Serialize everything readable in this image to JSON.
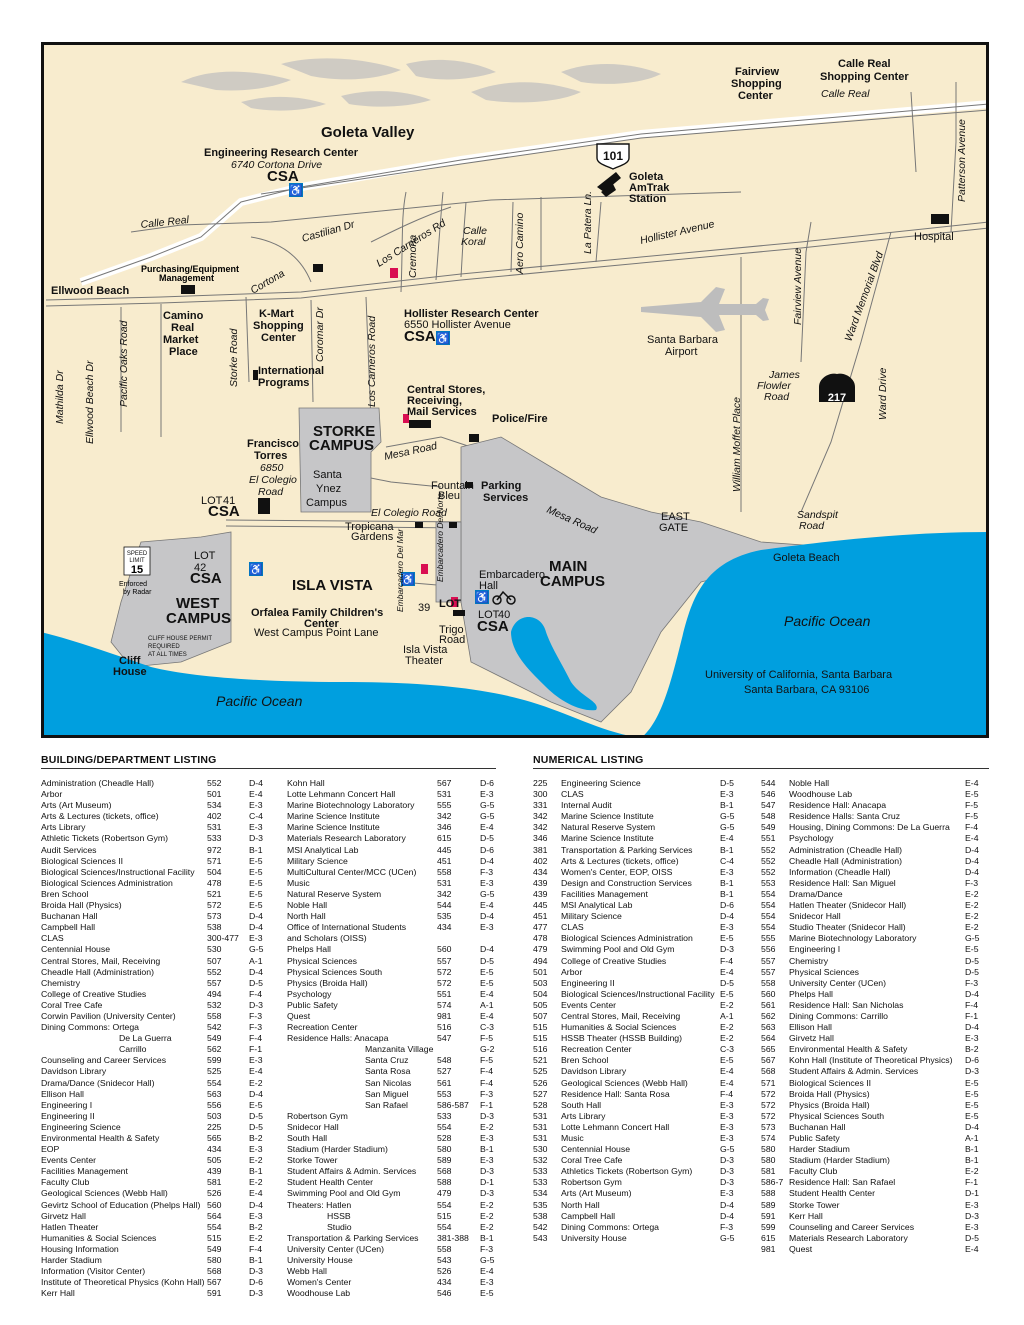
{
  "map": {
    "region_title": "Goleta Valley",
    "places": {
      "calle_real_center": [
        "Calle Real",
        "Shopping Center"
      ],
      "fairview_center": [
        "Fairview",
        "Shopping",
        "Center"
      ],
      "engineering_research": [
        "Engineering Research Center",
        "6740 Cortona Drive",
        "CSA"
      ],
      "amtrak": [
        "Goleta",
        "AmTrak",
        "Station"
      ],
      "hospital": "Hospital",
      "purchasing": [
        "Purchasing/Equipment",
        "Management"
      ],
      "ellwood_beach": "Ellwood Beach",
      "hollister_research": [
        "Hollister Research Center",
        "6550 Hollister Avenue",
        "CSA"
      ],
      "camino_real": [
        "Camino",
        "Real",
        "Market",
        "Place"
      ],
      "kmart": [
        "K-Mart",
        "Shopping",
        "Center"
      ],
      "international": [
        "International",
        "Programs"
      ],
      "airport": [
        "Santa Barbara",
        "Airport"
      ],
      "central_stores": [
        "Central Stores,",
        "Receiving,",
        "Mail Services"
      ],
      "police": "Police/Fire",
      "storke_campus": [
        "STORKE",
        "CAMPUS"
      ],
      "francisco_torres": [
        "Francisco",
        "Torres",
        "6850",
        "El Colegio",
        "Road"
      ],
      "santa_ynez": [
        "Santa",
        "Ynez",
        "Campus"
      ],
      "fountain": [
        "Fountain",
        "Bleu"
      ],
      "parking": [
        "Parking",
        "Services"
      ],
      "east_gate": [
        "EAST",
        "GATE"
      ],
      "lot41": [
        "LOT",
        "41",
        "CSA"
      ],
      "lot42": [
        "LOT",
        "42",
        "CSA"
      ],
      "lot39": [
        "LOT",
        "39"
      ],
      "lot40": [
        "LOT",
        "40",
        "CSA"
      ],
      "speed": [
        "SPEED",
        "LIMIT",
        "15",
        "Enforced",
        "by Radar"
      ],
      "tropicana": [
        "Tropicana",
        "Gardens"
      ],
      "embarcadero_hall": [
        "Embarcadero",
        "Hall"
      ],
      "main_campus": [
        "MAIN",
        "CAMPUS"
      ],
      "isla_vista": "ISLA VISTA",
      "west_campus": [
        "WEST",
        "CAMPUS"
      ],
      "orfalea": [
        "Orfalea Family Children's",
        "Center"
      ],
      "wc_point": "West Campus Point Lane",
      "cliff_permit": [
        "CLIFF HOUSE PERMIT",
        "REQUIRED",
        "AT ALL TIMES"
      ],
      "cliff_house": [
        "Cliff",
        "House"
      ],
      "trigo": [
        "Trigo",
        "Road"
      ],
      "iv_theater": [
        "Isla Vista",
        "Theater"
      ],
      "goleta_beach": "Goleta Beach",
      "james_flower": [
        "James",
        "Flowler",
        "Road"
      ],
      "sandspit": [
        "Sandspit",
        "Road"
      ],
      "ocean_left": "Pacific Ocean",
      "ocean_right": "Pacific Ocean",
      "ucsb": [
        "University of California, Santa Barbara",
        "Santa Barbara, CA 93106"
      ]
    },
    "streets": {
      "calle_real_top": "Calle Real",
      "calle_real_left": "Calle Real",
      "castilian": "Castilian Dr",
      "los_carneros_rd": "Los Carneros Rd",
      "calle_koral": [
        "Calle",
        "Koral"
      ],
      "aero_camino": "Aero Camino",
      "la_patera": "La Patera Ln.",
      "hollister": "Hollister Avenue",
      "patterson": "Patterson Avenue",
      "fairview": "Fairview Avenue",
      "ward_memorial": "Ward Memorial Blvd",
      "ward_drive": "Ward Drive",
      "cortona": "Cortona",
      "cremona": "Cremona",
      "coromar": "Coromar Dr",
      "storke_road": "Storke Road",
      "los_carneros_road": "Los Carneros Road",
      "pacific_oaks": "Pacific Oaks Road",
      "ellwood_beach_dr": "Ellwood Beach Dr",
      "mathilda": "Mathilda Dr",
      "mesa_road_1": "Mesa Road",
      "mesa_road_2": "Mesa Road",
      "el_colegio": "El Colegio Road",
      "embarcadero_mar": "Embarcadero Del Mar",
      "embarcadero_norte": "Embarcadero Del Norte",
      "william_moffet": "William Moffet Place"
    },
    "shields": {
      "us101": "101",
      "hwy217": "217"
    },
    "colors": {
      "land": "#f8ecce",
      "campus": "#c6c6c8",
      "ocean": "#009fdf",
      "ucsb_pink": "#d90e52",
      "access": "#0079c1"
    }
  },
  "building_listing": {
    "title": "BUILDING/DEPARTMENT LISTING",
    "col1": [
      [
        "Administration (Cheadle Hall)",
        "552",
        "D-4"
      ],
      [
        "Arbor",
        "501",
        "E-4"
      ],
      [
        "Arts (Art Museum)",
        "534",
        "E-3"
      ],
      [
        "Arts & Lectures (tickets, office)",
        "402",
        "C-4"
      ],
      [
        "Arts Library",
        "531",
        "E-3"
      ],
      [
        "Athletic Tickets (Robertson Gym)",
        "533",
        "D-3"
      ],
      [
        "Audit Services",
        "972",
        "B-1"
      ],
      [
        "Biological Sciences II",
        "571",
        "E-5"
      ],
      [
        "Biological Sciences/Instructional Facility",
        "504",
        "E-5"
      ],
      [
        "Biological Sciences Administration",
        "478",
        "E-5"
      ],
      [
        "Bren School",
        "521",
        "E-5"
      ],
      [
        "Broida Hall (Physics)",
        "572",
        "E-5"
      ],
      [
        "Buchanan Hall",
        "573",
        "D-4"
      ],
      [
        "Campbell Hall",
        "538",
        "D-4"
      ],
      [
        "CLAS",
        "300-477",
        "E-3"
      ],
      [
        "Centennial House",
        "530",
        "G-5"
      ],
      [
        "Central Stores, Mail, Receiving",
        "507",
        "A-1"
      ],
      [
        "Cheadle Hall (Administration)",
        "552",
        "D-4"
      ],
      [
        "Chemistry",
        "557",
        "D-5"
      ],
      [
        "College of Creative Studies",
        "494",
        "F-4"
      ],
      [
        "Coral Tree Cafe",
        "532",
        "D-3"
      ],
      [
        "Corwin Pavilion (University Center)",
        "558",
        "F-3"
      ],
      [
        "Dining Commons: Ortega",
        "542",
        "F-3"
      ],
      [
        "De La Guerra",
        "549",
        "F-4",
        "i"
      ],
      [
        "Carrillo",
        "562",
        "F-1",
        "i"
      ],
      [
        "Counseling and Career Services",
        "599",
        "E-3"
      ],
      [
        "Davidson Library",
        "525",
        "E-4"
      ],
      [
        "Drama/Dance (Snidecor Hall)",
        "554",
        "E-2"
      ],
      [
        "Ellison Hall",
        "563",
        "D-4"
      ],
      [
        "Engineering I",
        "556",
        "E-5"
      ],
      [
        "Engineering II",
        "503",
        "D-5"
      ],
      [
        "Engineering Science",
        "225",
        "D-5"
      ],
      [
        "Environmental Health & Safety",
        "565",
        "B-2"
      ],
      [
        "EOP",
        "434",
        "E-3"
      ],
      [
        "Events Center",
        "505",
        "E-2"
      ],
      [
        "Facilities Management",
        "439",
        "B-1"
      ],
      [
        "Faculty Club",
        "581",
        "E-2"
      ],
      [
        "Geological Sciences (Webb Hall)",
        "526",
        "E-4"
      ],
      [
        "Gevirtz School of Education (Phelps Hall)",
        "560",
        "D-4"
      ],
      [
        "Girvetz Hall",
        "564",
        "E-3"
      ],
      [
        "Hatlen Theater",
        "554",
        "B-2"
      ],
      [
        "Humanities & Social Sciences",
        "515",
        "E-2"
      ],
      [
        "Housing Information",
        "549",
        "F-4"
      ],
      [
        "Harder Stadium",
        "580",
        "B-1"
      ],
      [
        "Information (Visitor Center)",
        "568",
        "D-3"
      ],
      [
        "Institute of Theoretical Physics (Kohn Hall)",
        "567",
        "D-6"
      ],
      [
        "Kerr Hall",
        "591",
        "D-3"
      ]
    ],
    "col2": [
      [
        "Kohn Hall",
        "567",
        "D-6"
      ],
      [
        "Lotte Lehmann Concert Hall",
        "531",
        "E-3"
      ],
      [
        "Marine Biotechnology Laboratory",
        "555",
        "G-5"
      ],
      [
        "Marine Science Institute",
        "342",
        "G-5"
      ],
      [
        "Marine Science Institute",
        "346",
        "E-4"
      ],
      [
        "Materials Research Laboratory",
        "615",
        "D-5"
      ],
      [
        "MSI Analytical Lab",
        "445",
        "D-6"
      ],
      [
        "Military Science",
        "451",
        "D-4"
      ],
      [
        "MultiCultural Center/MCC (UCen)",
        "558",
        "F-3"
      ],
      [
        "Music",
        "531",
        "E-3"
      ],
      [
        "Natural Reserve System",
        "342",
        "G-5"
      ],
      [
        "Noble Hall",
        "544",
        "E-4"
      ],
      [
        "North Hall",
        "535",
        "D-4"
      ],
      [
        "Office of International Students",
        "434",
        "E-3"
      ],
      [
        "and Scholars (OISS)",
        "",
        ""
      ],
      [
        "Phelps Hall",
        "560",
        "D-4"
      ],
      [
        "Physical Sciences",
        "557",
        "D-5"
      ],
      [
        "Physical Sciences South",
        "572",
        "E-5"
      ],
      [
        "Physics (Broida Hall)",
        "572",
        "E-5"
      ],
      [
        "Psychology",
        "551",
        "E-4"
      ],
      [
        "Public Safety",
        "574",
        "A-1"
      ],
      [
        "Quest",
        "981",
        "E-4"
      ],
      [
        "Recreation Center",
        "516",
        "C-3"
      ],
      [
        "Residence Halls: Anacapa",
        "547",
        "F-5"
      ],
      [
        "Manzanita Village",
        "",
        "G-2",
        "i"
      ],
      [
        "Santa Cruz",
        "548",
        "F-5",
        "i"
      ],
      [
        "Santa Rosa",
        "527",
        "F-4",
        "i"
      ],
      [
        "San Nicolas",
        "561",
        "F-4",
        "i"
      ],
      [
        "San Miguel",
        "553",
        "F-3",
        "i"
      ],
      [
        "San Rafael",
        "586-587",
        "F-1",
        "i"
      ],
      [
        "Robertson Gym",
        "533",
        "D-3"
      ],
      [
        "Snidecor Hall",
        "554",
        "E-2"
      ],
      [
        "South Hall",
        "528",
        "E-3"
      ],
      [
        "Stadium (Harder Stadium)",
        "580",
        "B-1"
      ],
      [
        "Storke Tower",
        "589",
        "E-3"
      ],
      [
        "Student Affairs & Admin. Services",
        "568",
        "D-3"
      ],
      [
        "Student Health Center",
        "588",
        "D-1"
      ],
      [
        "Swimming Pool and Old Gym",
        "479",
        "D-3"
      ],
      [
        "Theaters: Hatlen",
        "554",
        "E-2"
      ],
      [
        "HSSB",
        "515",
        "E-2",
        "j"
      ],
      [
        "Studio",
        "554",
        "E-2",
        "j"
      ],
      [
        "Transportation & Parking Services",
        "381-388",
        "B-1"
      ],
      [
        "University Center (UCen)",
        "558",
        "F-3"
      ],
      [
        "University House",
        "543",
        "G-5"
      ],
      [
        "Webb Hall",
        "526",
        "E-4"
      ],
      [
        "Women's Center",
        "434",
        "E-3"
      ],
      [
        "Woodhouse Lab",
        "546",
        "E-5"
      ]
    ]
  },
  "numerical_listing": {
    "title": "NUMERICAL LISTING",
    "col1": [
      [
        "225",
        "Engineering Science",
        "D-5"
      ],
      [
        "300",
        "CLAS",
        "E-3"
      ],
      [
        "331",
        "Internal Audit",
        "B-1"
      ],
      [
        "342",
        "Marine Science Institute",
        "G-5"
      ],
      [
        "342",
        "Natural Reserve System",
        "G-5"
      ],
      [
        "346",
        "Marine Science Institute",
        "E-4"
      ],
      [
        "381",
        "Transportation & Parking Services",
        "B-1"
      ],
      [
        "402",
        "Arts & Lectures (tickets, office)",
        "C-4"
      ],
      [
        "434",
        "Women's Center, EOP, OISS",
        "E-3"
      ],
      [
        "439",
        "Design and Construction Services",
        "B-1"
      ],
      [
        "439",
        "Facilities Management",
        "B-1"
      ],
      [
        "445",
        "MSI Analytical Lab",
        "D-6"
      ],
      [
        "451",
        "Military Science",
        "D-4"
      ],
      [
        "477",
        "CLAS",
        "E-3"
      ],
      [
        "478",
        "Biological Sciences Administration",
        "E-5"
      ],
      [
        "479",
        "Swimming Pool and Old Gym",
        "D-3"
      ],
      [
        "494",
        "College of Creative Studies",
        "F-4"
      ],
      [
        "501",
        "Arbor",
        "E-4"
      ],
      [
        "503",
        "Engineering II",
        "D-5"
      ],
      [
        "504",
        "Biological Sciences/Instructional Facility",
        "E-5"
      ],
      [
        "505",
        "Events Center",
        "E-2"
      ],
      [
        "507",
        "Central Stores, Mail, Receiving",
        "A-1"
      ],
      [
        "515",
        "Humanities & Social Sciences",
        "E-2"
      ],
      [
        "515",
        "HSSB Theater (HSSB Building)",
        "E-2"
      ],
      [
        "516",
        "Recreation Center",
        "C-3"
      ],
      [
        "521",
        "Bren School",
        "E-5"
      ],
      [
        "525",
        "Davidson Library",
        "E-4"
      ],
      [
        "526",
        "Geological Sciences (Webb Hall)",
        "E-4"
      ],
      [
        "527",
        "Residence Hall: Santa Rosa",
        "F-4"
      ],
      [
        "528",
        "South Hall",
        "E-3"
      ],
      [
        "531",
        "Arts Library",
        "E-3"
      ],
      [
        "531",
        "Lotte Lehmann Concert Hall",
        "E-3"
      ],
      [
        "531",
        "Music",
        "E-3"
      ],
      [
        "530",
        "Centennial House",
        "G-5"
      ],
      [
        "532",
        "Coral Tree Cafe",
        "D-3"
      ],
      [
        "533",
        "Athletics Tickets (Robertson Gym)",
        "D-3"
      ],
      [
        "533",
        "Robertson Gym",
        "D-3"
      ],
      [
        "534",
        "Arts (Art Museum)",
        "E-3"
      ],
      [
        "535",
        "North Hall",
        "D-4"
      ],
      [
        "538",
        "Campbell Hall",
        "D-4"
      ],
      [
        "542",
        "Dining Commons: Ortega",
        "F-3"
      ],
      [
        "543",
        "University House",
        "G-5"
      ]
    ],
    "col2": [
      [
        "544",
        "Noble Hall",
        "E-4"
      ],
      [
        "546",
        "Woodhouse Lab",
        "E-5"
      ],
      [
        "547",
        "Residence Hall: Anacapa",
        "F-5"
      ],
      [
        "548",
        "Residence Halls: Santa Cruz",
        "F-5"
      ],
      [
        "549",
        "Housing, Dining Commons: De La Guerra",
        "F-4"
      ],
      [
        "551",
        "Psychology",
        "E-4"
      ],
      [
        "552",
        "Administration (Cheadle Hall)",
        "D-4"
      ],
      [
        "552",
        "Cheadle Hall (Administration)",
        "D-4"
      ],
      [
        "552",
        "Information (Cheadle Hall)",
        "D-4"
      ],
      [
        "553",
        "Residence Hall: San Miguel",
        "F-3"
      ],
      [
        "554",
        "Drama/Dance",
        "E-2"
      ],
      [
        "554",
        "Hatlen Theater (Snidecor Hall)",
        "E-2"
      ],
      [
        "554",
        "Snidecor Hall",
        "E-2"
      ],
      [
        "554",
        "Studio Theater (Snidecor Hall)",
        "E-2"
      ],
      [
        "555",
        "Marine Biotechnology Laboratory",
        "G-5"
      ],
      [
        "556",
        "Engineering I",
        "E-5"
      ],
      [
        "557",
        "Chemistry",
        "D-5"
      ],
      [
        "557",
        "Physical Sciences",
        "D-5"
      ],
      [
        "558",
        "University Center (UCen)",
        "F-3"
      ],
      [
        "560",
        "Phelps Hall",
        "D-4"
      ],
      [
        "561",
        "Residence Hall: San Nicholas",
        "F-4"
      ],
      [
        "562",
        "Dining Commons: Carrillo",
        "F-1"
      ],
      [
        "563",
        "Ellison Hall",
        "D-4"
      ],
      [
        "564",
        "Girvetz Hall",
        "E-3"
      ],
      [
        "565",
        "Environmental Health & Safety",
        "B-2"
      ],
      [
        "567",
        "Kohn Hall (Institute of Theoretical Physics)",
        "D-6"
      ],
      [
        "568",
        "Student Affairs & Admin. Services",
        "D-3"
      ],
      [
        "571",
        "Biological Sciences II",
        "E-5"
      ],
      [
        "572",
        "Broida Hall (Physics)",
        "E-5"
      ],
      [
        "572",
        "Physics (Broida Hall)",
        "E-5"
      ],
      [
        "572",
        "Physical Sciences South",
        "E-5"
      ],
      [
        "573",
        "Buchanan Hall",
        "D-4"
      ],
      [
        "574",
        "Public Safety",
        "A-1"
      ],
      [
        "580",
        "Harder Stadium",
        "B-1"
      ],
      [
        "580",
        "Stadium (Harder Stadium)",
        "B-1"
      ],
      [
        "581",
        "Faculty Club",
        "E-2"
      ],
      [
        "586-7",
        "Residence Hall: San Rafael",
        "F-1"
      ],
      [
        "588",
        "Student Health Center",
        "D-1"
      ],
      [
        "589",
        "Storke Tower",
        "E-3"
      ],
      [
        "591",
        "Kerr Hall",
        "D-3"
      ],
      [
        "599",
        "Counseling and Career Services",
        "E-3"
      ],
      [
        "615",
        "Materials Research Laboratory",
        "D-5"
      ],
      [
        "981",
        "Quest",
        "E-4"
      ]
    ]
  }
}
